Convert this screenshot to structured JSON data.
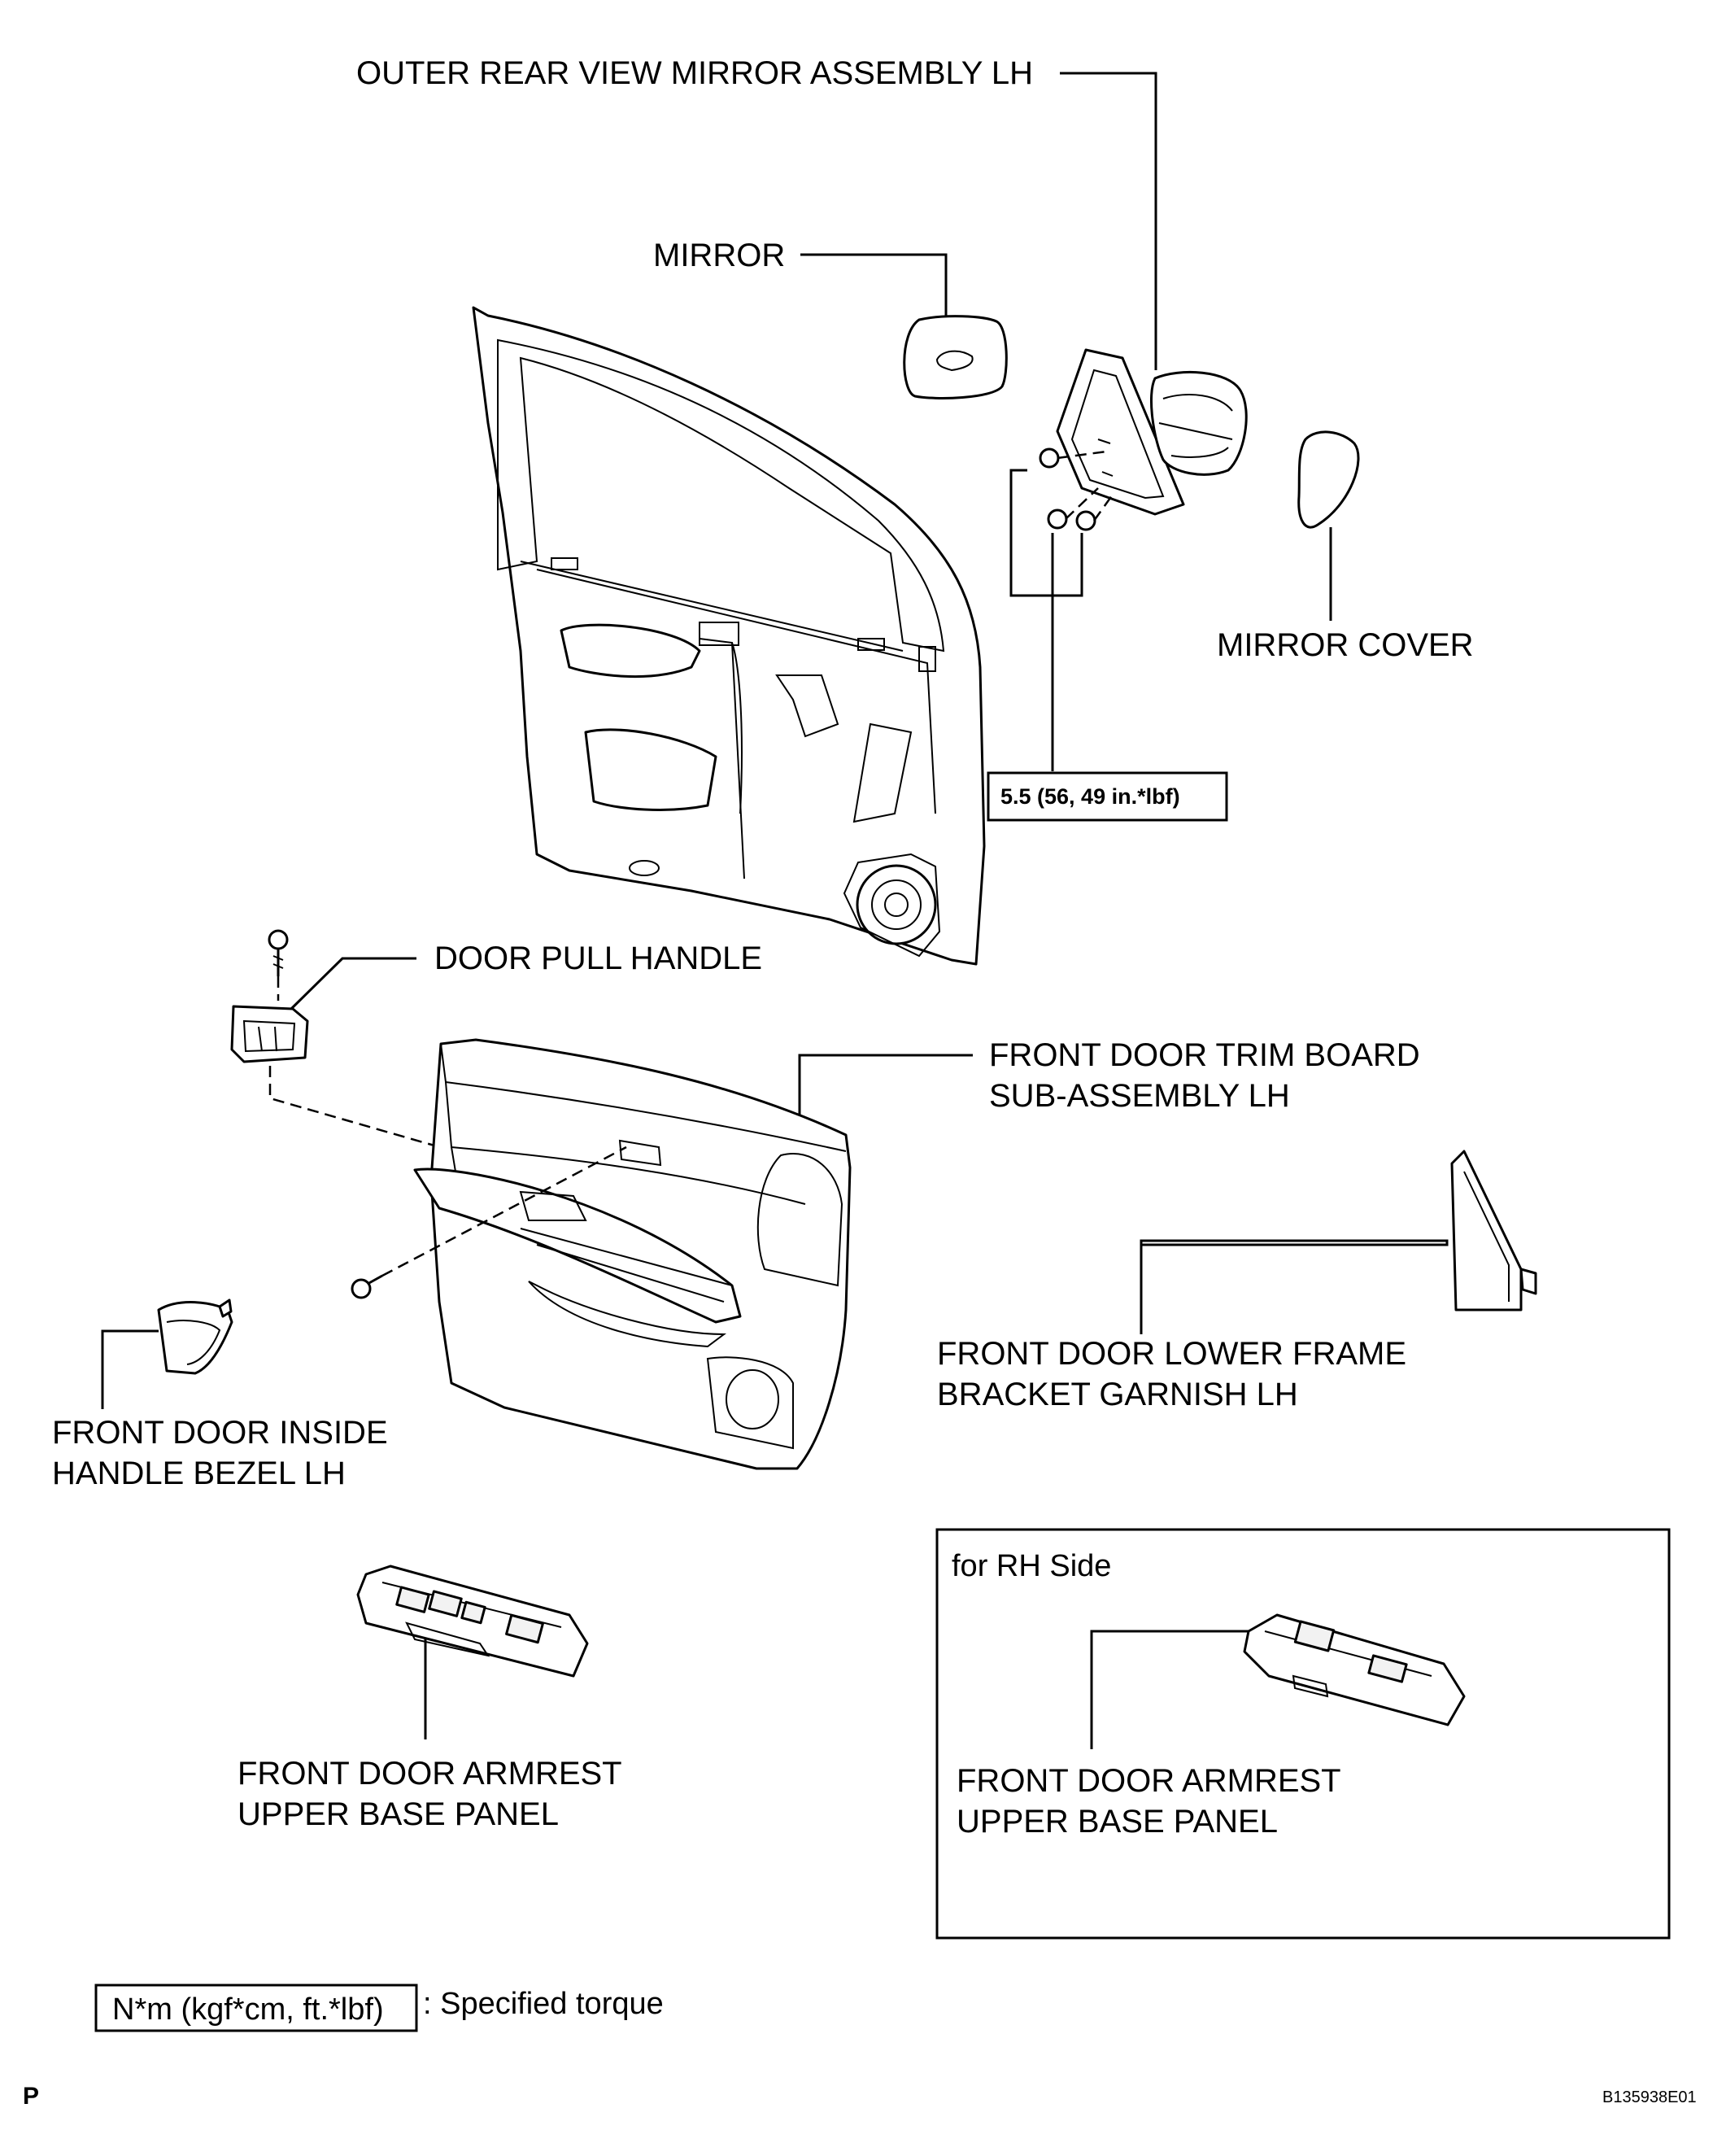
{
  "labels": {
    "outer_mirror": "OUTER REAR VIEW MIRROR ASSEMBLY LH",
    "mirror": "MIRROR",
    "mirror_cover": "MIRROR COVER",
    "torque_value": "5.5 (56, 49 in.*lbf)",
    "door_pull_handle": "DOOR PULL HANDLE",
    "trim_board_line1": "FRONT DOOR TRIM BOARD",
    "trim_board_line2": "SUB-ASSEMBLY LH",
    "lower_frame_line1": "FRONT DOOR LOWER FRAME",
    "lower_frame_line2": "BRACKET GARNISH LH",
    "inside_handle_line1": "FRONT DOOR INSIDE",
    "inside_handle_line2": "HANDLE BEZEL LH",
    "armrest_line1": "FRONT DOOR ARMREST",
    "armrest_line2": "UPPER BASE PANEL",
    "rh_side_title": "for RH Side",
    "rh_armrest_line1": "FRONT DOOR ARMREST",
    "rh_armrest_line2": "UPPER BASE PANEL"
  },
  "legend": {
    "unit_box": "N*m (kgf*cm, ft.*lbf)",
    "description": ": Specified torque"
  },
  "footer": {
    "page_mark": "P",
    "figure_id": "B135938E01"
  }
}
